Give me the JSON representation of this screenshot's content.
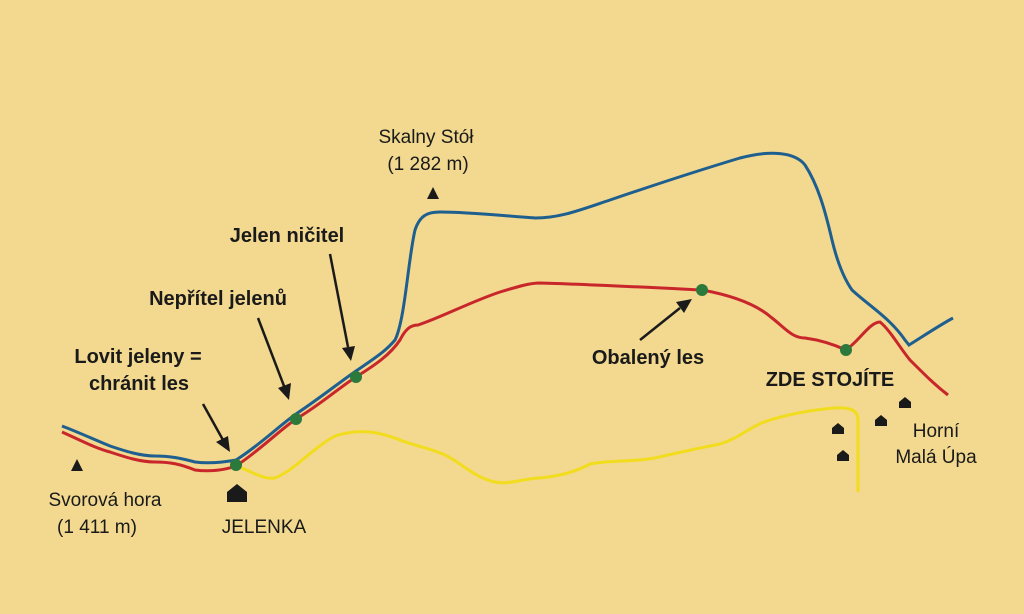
{
  "colors": {
    "background": "#f2d98f",
    "blue_trail": "#1f5f8f",
    "red_trail": "#c8262b",
    "yellow_trail": "#f2dc1e",
    "stop_marker": "#2b7a3c",
    "ink": "#1a1a1a"
  },
  "labels": {
    "skalny_stol_name": "Skalny Stół",
    "skalny_stol_elev": "(1 282 m)",
    "jelen_nicitel": "Jelen ničitel",
    "nepritel_jelenu": "Nepřítel jelenů",
    "lovit_line1": "Lovit jeleny =",
    "lovit_line2": "chránit les",
    "obaleny_les": "Obalený les",
    "zde_stojite": "ZDE STOJÍTE",
    "horni": "Horní",
    "mala_upa": "Malá Úpa",
    "svorova_name": "Svorová hora",
    "svorova_elev": "(1 411 m)",
    "jelenka": "JELENKA"
  },
  "icons": {
    "peak": "triangle-peak-icon",
    "hut": "house-icon"
  }
}
